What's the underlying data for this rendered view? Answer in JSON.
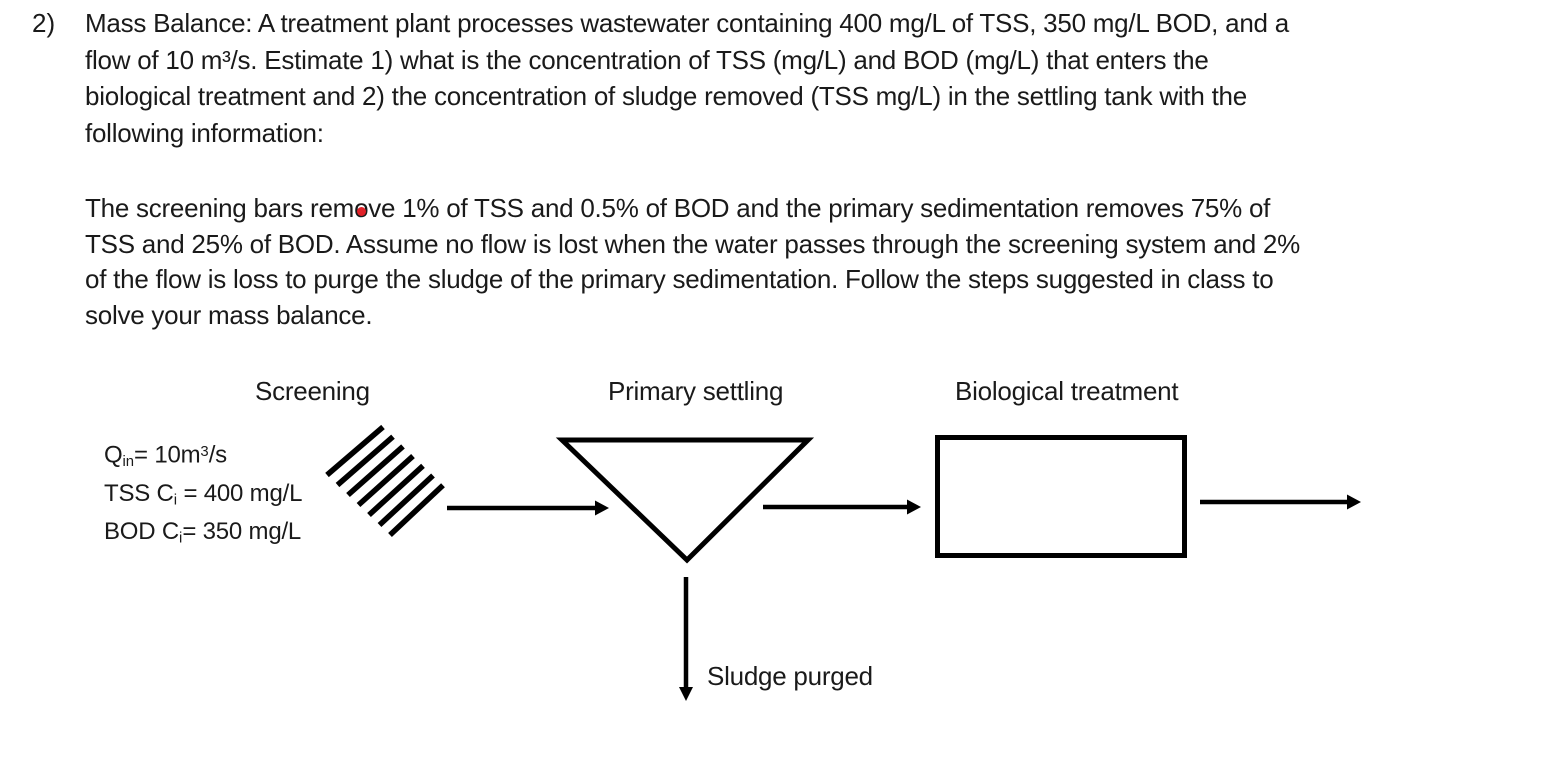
{
  "problem": {
    "number": "2)",
    "para1_lines": [
      "Mass Balance: A treatment plant processes wastewater containing 400 mg/L of TSS, 350 mg/L BOD, and a",
      "flow of 10 m³/s. Estimate 1) what is the concentration of TSS (mg/L) and BOD (mg/L) that enters the",
      "biological treatment and 2) the concentration of sludge removed (TSS mg/L) in the settling tank with the",
      "following information:"
    ],
    "para2_line1": {
      "pre": "The screening bars rem",
      "dot_char": "o",
      "post": "ve 1% of TSS and 0.5% of BOD and the primary sedimentation removes 75% of"
    },
    "para2_rest": [
      "TSS and 25% of BOD. Assume no flow is lost when the water passes through the screening system and 2%",
      "of the flow is loss to purge the sludge of the primary sedimentation. Follow the steps suggested in class to",
      "solve your mass balance."
    ]
  },
  "diagram": {
    "labels": {
      "screening": "Screening",
      "primary_settling": "Primary settling",
      "biological_treatment": "Biological treatment",
      "sludge_purged": "Sludge purged"
    },
    "inputs": {
      "q_prefix": "Q",
      "q_sub": "in",
      "q_mid": "= 10m",
      "q_sup": "3",
      "q_suffix": "/s",
      "tss_prefix": "TSS C",
      "tss_sub": "i",
      "tss_suffix": " = 400 mg/L",
      "bod_prefix": "BOD C",
      "bod_sub": "i",
      "bod_suffix": "= 350 mg/L"
    },
    "icons": {
      "screening_bars": "diagonal-hatch-band",
      "primary_settling": "inverted-triangle",
      "biological_treatment": "rectangle"
    }
  },
  "colors": {
    "ink": "#000000",
    "text": "#1a1a1a",
    "red_dot": "#e02128",
    "paper": "#ffffff"
  }
}
